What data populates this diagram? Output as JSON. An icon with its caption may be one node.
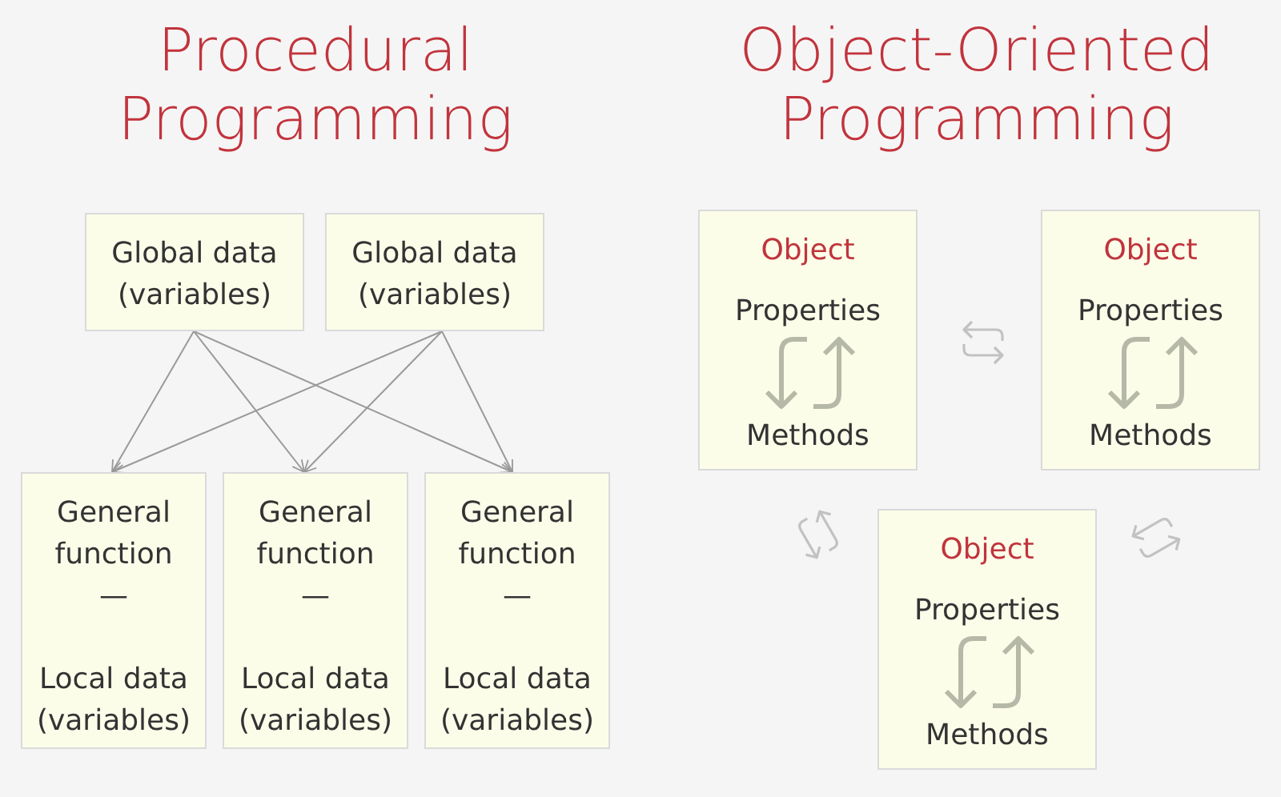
{
  "diagram": {
    "nodes": [
      {
        "text": [
          "Global data (variables)"
        ]
      },
      {
        "text": [
          "Global data (variables)"
        ]
      },
      {
        "text": [
          "General function",
          "—",
          "Local data (variables)"
        ]
      },
      {
        "text": [
          "General function",
          "—",
          "Local data (variables)"
        ]
      },
      {
        "text": [
          "General function",
          "—",
          "Local data (variables)"
        ]
      },
      {
        "text": [
          "Object",
          "Properties",
          "Methods"
        ]
      },
      {
        "text": [
          "Object",
          "Properties",
          "Methods"
        ]
      },
      {
        "text": [
          "Object",
          "Properties",
          "Methods"
        ]
      }
    ],
    "edges": [
      {
        "from": 0,
        "to": 2,
        "arrow": "to"
      },
      {
        "from": 0,
        "to": 3,
        "arrow": "to"
      },
      {
        "from": 0,
        "to": 4,
        "arrow": "to"
      },
      {
        "from": 1,
        "to": 2,
        "arrow": "to"
      },
      {
        "from": 1,
        "to": 3,
        "arrow": "to"
      },
      {
        "from": 1,
        "to": 4,
        "arrow": "to"
      }
    ],
    "labels": [
      "Procedural Programming",
      "Object-Oriented Programming"
    ]
  }
}
